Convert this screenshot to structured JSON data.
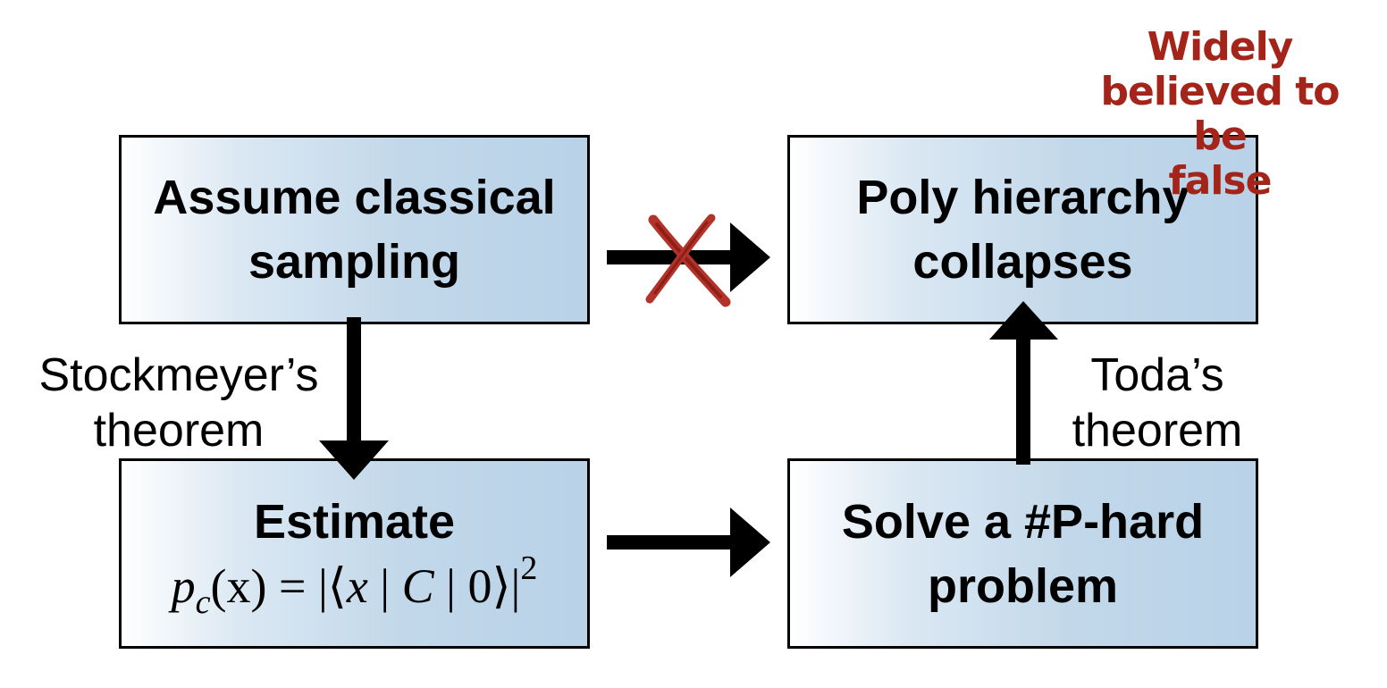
{
  "boxes": {
    "assume": {
      "line1": "Assume classical",
      "line2": "sampling"
    },
    "poly": {
      "line1": "Poly hierarchy",
      "line2": "collapses"
    },
    "estimate": {
      "line1": "Estimate",
      "formula": {
        "p": "p",
        "sub": "c",
        "arg": "(x) = |⟨",
        "x": "x",
        "bar1": " | ",
        "c": "C",
        "tail": " | 0⟩|",
        "sup": "2"
      }
    },
    "solve": {
      "line1": "Solve a #P-hard",
      "line2": "problem"
    }
  },
  "labels": {
    "stockmeyer": {
      "line1": "Stockmeyer’s",
      "line2": "theorem"
    },
    "toda": {
      "line1": "Toda’s",
      "line2": "theorem"
    }
  },
  "note": {
    "line1": "Widely",
    "line2": "believed to be",
    "line3": "false"
  },
  "colors": {
    "note": "#a4241a",
    "cross": "#b3322a",
    "box_fill": "#b9d2e8",
    "arrow": "#000000"
  }
}
